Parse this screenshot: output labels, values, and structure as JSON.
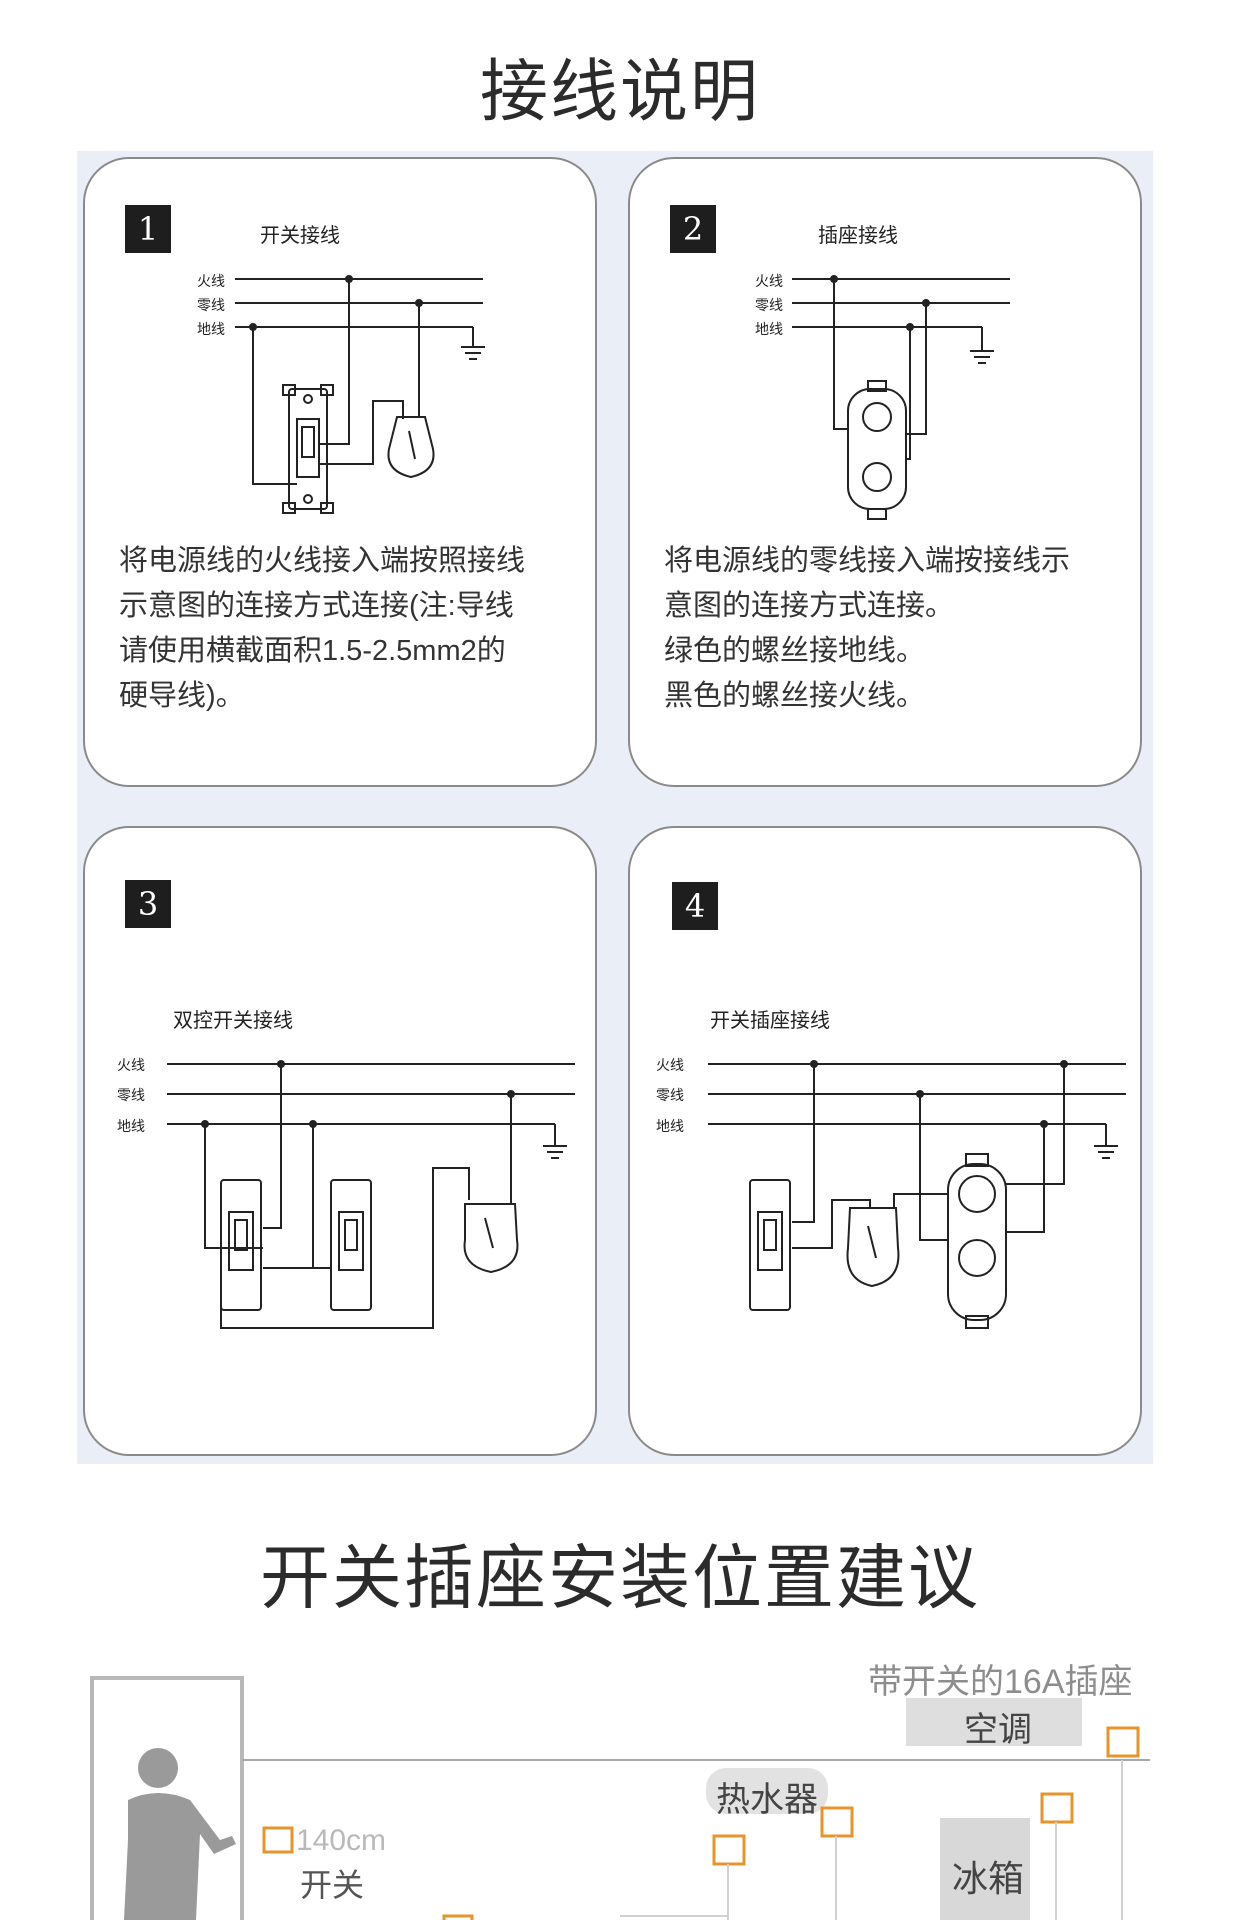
{
  "page_title": "接线说明",
  "cards": [
    {
      "num": "1",
      "title": "开关接线",
      "wire_labels": [
        "火线",
        "零线",
        "地线"
      ],
      "desc_lines": [
        "将电源线的火线接入端按照接线",
        "示意图的连接方式连接(注:导线",
        "请使用横截面积1.5-2.5mm2的",
        "硬导线)。"
      ]
    },
    {
      "num": "2",
      "title": "插座接线",
      "wire_labels": [
        "火线",
        "零线",
        "地线"
      ],
      "desc_lines": [
        "将电源线的零线接入端按接线示",
        "意图的连接方式连接。",
        "绿色的螺丝接地线。",
        "黑色的螺丝接火线。"
      ]
    },
    {
      "num": "3",
      "title": "双控开关接线",
      "wire_labels": [
        "火线",
        "零线",
        "地线"
      ]
    },
    {
      "num": "4",
      "title": "开关插座接线",
      "wire_labels": [
        "火线",
        "零线",
        "地线"
      ]
    }
  ],
  "section2_title": "开关插座安装位置建议",
  "placement": {
    "top_note": "带开关的16A插座",
    "ac_label": "空调",
    "heater_label": "热水器",
    "height_label": "140cm",
    "switch_label": "开关",
    "fridge_label": "冰箱"
  },
  "colors": {
    "panel_bg": "#eaeef7",
    "card_border": "#8a8a8a",
    "accent": "#e8942a"
  }
}
